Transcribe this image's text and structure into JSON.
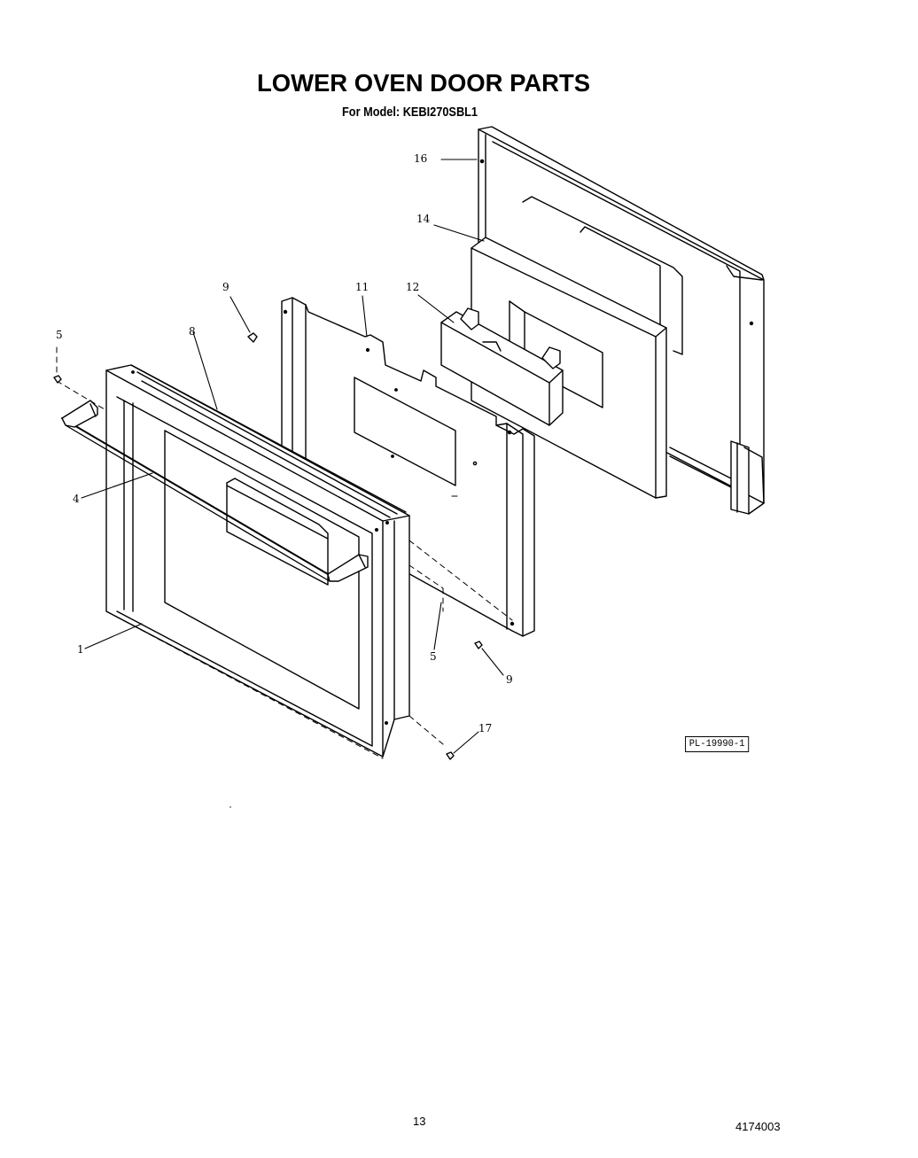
{
  "title": "LOWER OVEN DOOR PARTS",
  "subtitle": "For Model: KEBI270SBL1",
  "callouts": {
    "c16": "16",
    "c14": "14",
    "c12": "12",
    "c11": "11",
    "c9a": "9",
    "c8": "8",
    "c5a": "5",
    "c4": "4",
    "c1": "1",
    "c5b": "5",
    "c9b": "9",
    "c17": "17"
  },
  "plate_number": "PL-19990-1",
  "page_number": "13",
  "document_number": "4174003"
}
